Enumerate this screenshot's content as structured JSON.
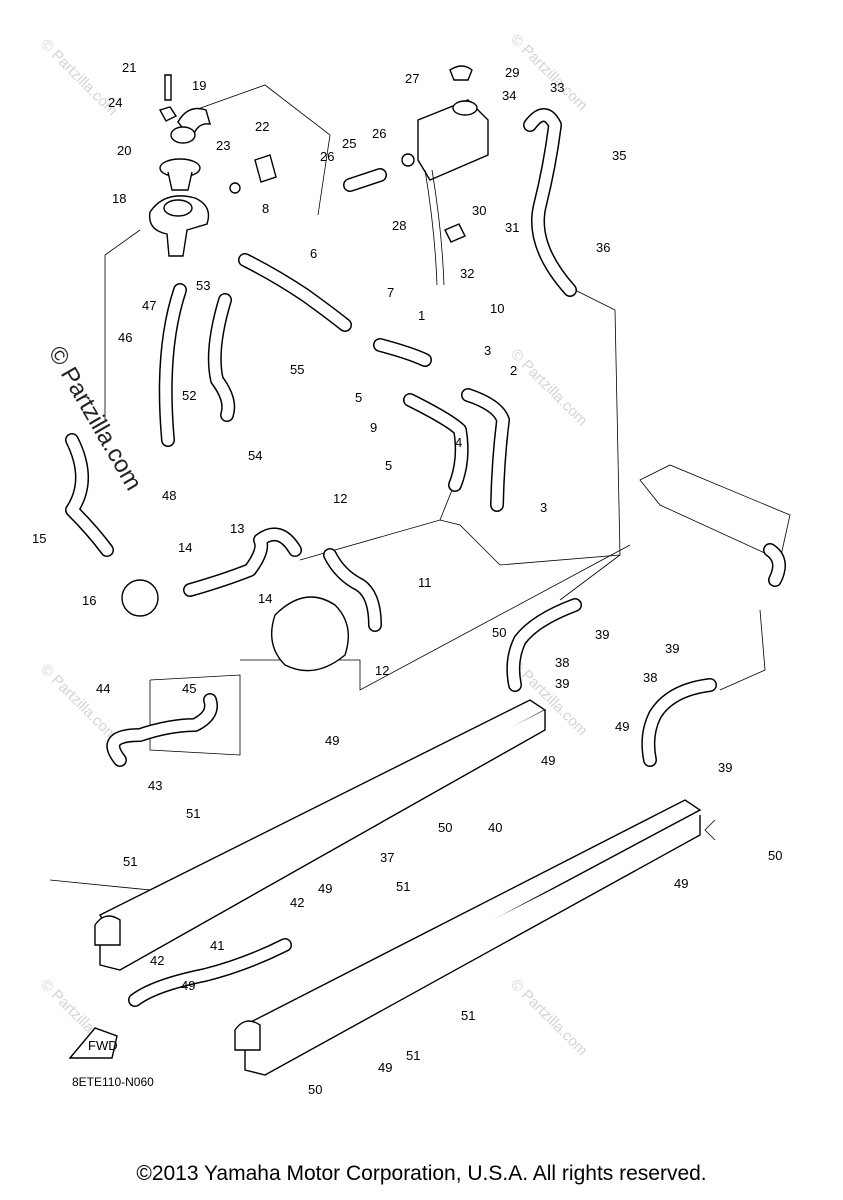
{
  "diagram": {
    "code": "8ETE110-N060",
    "copyright": "©2013 Yamaha Motor Corporation, U.S.A. All rights reserved.",
    "fwd_label": "FWD",
    "watermark": "© Partzilla.com",
    "callouts": [
      "1",
      "2",
      "3",
      "4",
      "5",
      "6",
      "7",
      "8",
      "9",
      "10",
      "11",
      "12",
      "13",
      "14",
      "15",
      "16",
      "18",
      "19",
      "20",
      "21",
      "22",
      "23",
      "24",
      "25",
      "26",
      "27",
      "28",
      "29",
      "30",
      "31",
      "32",
      "33",
      "34",
      "35",
      "36",
      "37",
      "38",
      "39",
      "40",
      "41",
      "42",
      "43",
      "44",
      "45",
      "46",
      "47",
      "48",
      "49",
      "50",
      "51",
      "52",
      "53",
      "54",
      "55"
    ]
  }
}
